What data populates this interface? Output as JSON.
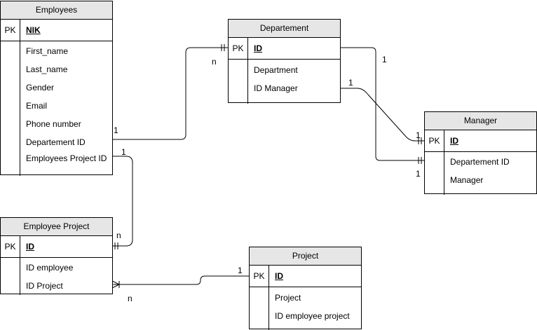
{
  "entities": {
    "employees": {
      "title": "Employees",
      "pk_tag": "PK",
      "pk_field": "NIK",
      "attributes": [
        "First_name",
        "Last_name",
        "Gender",
        "Email",
        "Phone number",
        "Departement ID",
        "Employees Project ID"
      ]
    },
    "departement": {
      "title": "Departement",
      "pk_tag": "PK",
      "pk_field": "ID",
      "attributes": [
        "Department",
        "ID Manager"
      ]
    },
    "manager": {
      "title": "Manager",
      "pk_tag": "PK",
      "pk_field": "ID",
      "attributes": [
        "Departement ID",
        "Manager"
      ]
    },
    "employee_project": {
      "title": "Employee Project",
      "pk_tag": "PK",
      "pk_field": "ID",
      "attributes": [
        "ID employee",
        "ID Project"
      ]
    },
    "project": {
      "title": "Project",
      "pk_tag": "PK",
      "pk_field": "ID",
      "attributes": [
        "Project",
        "ID employee project"
      ]
    }
  },
  "relationships": [
    {
      "from": "Employees.Departement ID",
      "to": "Departement.ID",
      "from_card": "1",
      "to_card": "n"
    },
    {
      "from": "Departement.ID Manager",
      "to": "Manager.ID",
      "from_card": "1",
      "to_card": "1"
    },
    {
      "from": "Departement.ID",
      "to": "Manager.Departement ID",
      "from_card": "1",
      "to_card": "1"
    },
    {
      "from": "Employees.Employees Project ID",
      "to": "Employee Project.ID",
      "from_card": "1",
      "to_card": "n"
    },
    {
      "from": "Project.ID",
      "to": "Employee Project.ID Project",
      "from_card": "1",
      "to_card": "n"
    }
  ]
}
